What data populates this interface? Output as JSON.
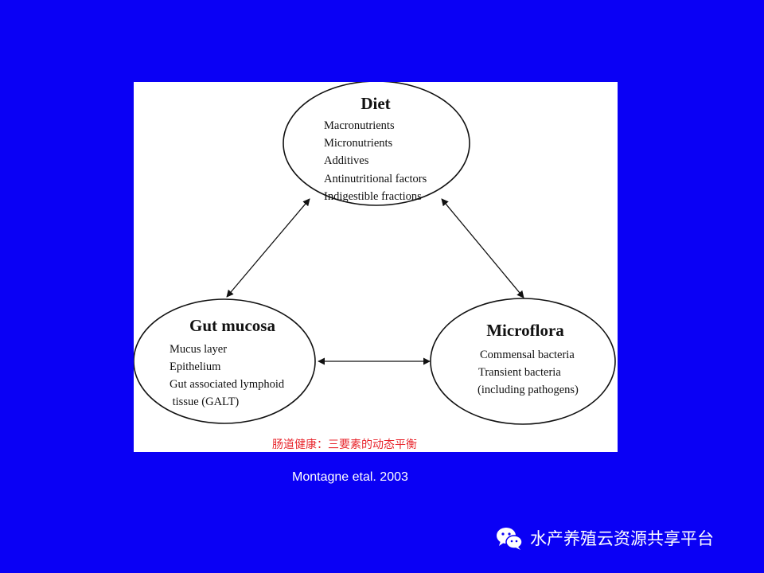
{
  "diagram": {
    "nodes": {
      "diet": {
        "title": "Diet",
        "items": [
          "Macronutrients",
          "Micronutrients",
          "Additives",
          "Antinutritional factors",
          "Indigestible fractions"
        ]
      },
      "gut_mucosa": {
        "title": "Gut mucosa",
        "items": [
          "Mucus layer",
          "Epithelium",
          "Gut associated lymphoid",
          " tissue (GALT)"
        ]
      },
      "microflora": {
        "title": "Microflora",
        "items": [
          "Commensal bacteria",
          "Transient bacteria",
          "(including pathogens)"
        ]
      }
    },
    "edges": [
      {
        "from": "diet",
        "to": "gut_mucosa",
        "type": "bidirectional"
      },
      {
        "from": "diet",
        "to": "microflora",
        "type": "bidirectional"
      },
      {
        "from": "gut_mucosa",
        "to": "microflora",
        "type": "bidirectional"
      }
    ],
    "caption": "肠道健康：三要素的动态平衡"
  },
  "citation": "Montagne etal. 2003",
  "watermark": {
    "icon": "wechat-icon",
    "text": "水产养殖云资源共享平台"
  },
  "colors": {
    "background": "#0a00f5",
    "caption": "#e8262d",
    "panel": "#ffffff"
  }
}
